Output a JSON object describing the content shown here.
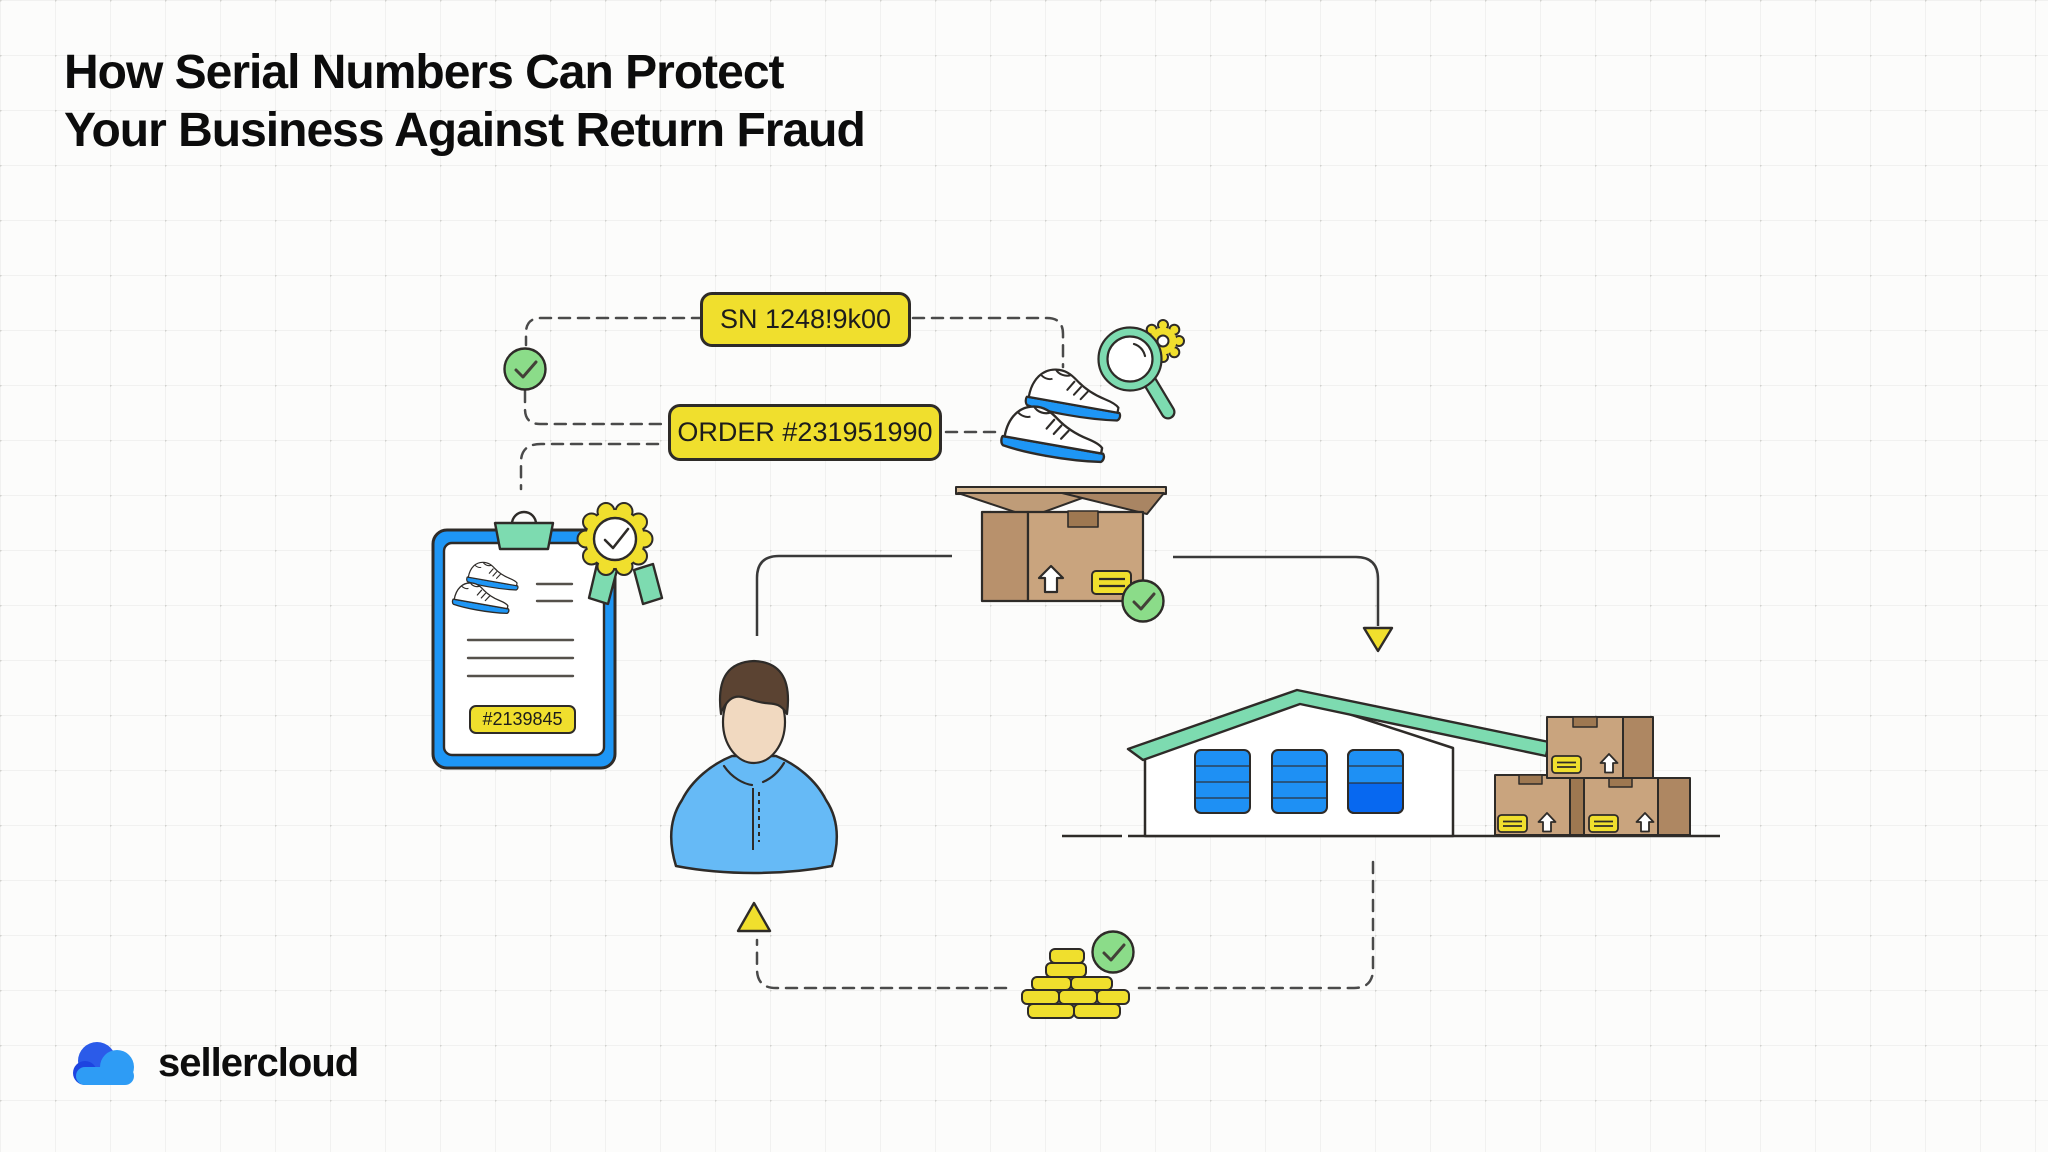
{
  "title": {
    "line1": "How Serial Numbers Can Protect",
    "line2": "Your Business Against Return Fraud"
  },
  "badges": {
    "serial_number": "SN 1248!9k00",
    "order_number": "ORDER #231951990",
    "item_id": "#2139845"
  },
  "logo": {
    "text": "sellercloud"
  },
  "colors": {
    "badge_yellow": "#F0DF2D",
    "mint_green": "#7DDBB0",
    "check_green": "#8BDC89",
    "primary_blue": "#1E96F5",
    "door_blue_dark": "#0768F0",
    "hoodie_blue": "#66BAF6",
    "cardboard_front": "#C9A47E",
    "cardboard_side": "#AE8762",
    "cardboard_tape": "#9E7851",
    "hair_brown": "#5B4332",
    "skin": "#F1D9C0",
    "outline": "#2e2b28",
    "dashed_line": "#4a4a4a",
    "logo_blue_dark": "#2B5BE9",
    "logo_blue_light": "#2E9CF5"
  },
  "illustration": {
    "elements": [
      "verified-check",
      "serial-badge",
      "order-badge",
      "inspection-magnifier",
      "gear",
      "sneakers",
      "shipping-box",
      "certificate-clipboard",
      "rosette-award",
      "customer",
      "warehouse",
      "box-stack",
      "coin-stack",
      "flow-arrows"
    ]
  }
}
